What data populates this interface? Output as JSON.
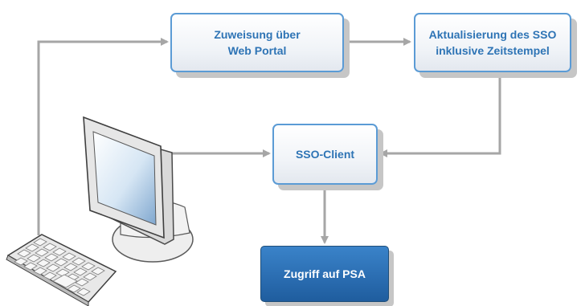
{
  "nodes": {
    "zuweisung": "Zuweisung über\nWeb Portal",
    "aktualisierung": "Aktualisierung des SSO\ninklusive Zeitstempel",
    "sso_client": "SSO-Client",
    "zugriff": "Zugriff auf PSA"
  },
  "colors": {
    "node_border": "#5b9bd5",
    "node_text": "#2e74b5",
    "accent_fill": "#2a6cb0",
    "connector": "#a6a6a6"
  },
  "icons": [
    "computer-monitor-icon",
    "keyboard-icon"
  ]
}
